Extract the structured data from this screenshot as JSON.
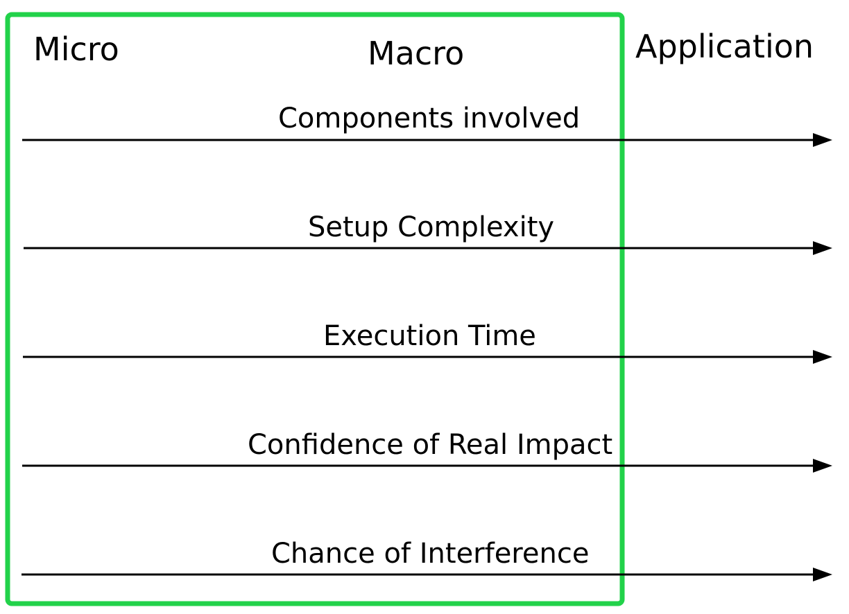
{
  "headings": {
    "micro": "Micro",
    "macro": "Macro",
    "application": "Application"
  },
  "axes": [
    {
      "label": "Components involved"
    },
    {
      "label": "Setup Complexity"
    },
    {
      "label": "Execution Time"
    },
    {
      "label": "Confidence of Real Impact"
    },
    {
      "label": "Chance of Interference"
    }
  ],
  "colors": {
    "highlight_box": "#22d24a",
    "arrow": "#000000",
    "text": "#000000"
  }
}
